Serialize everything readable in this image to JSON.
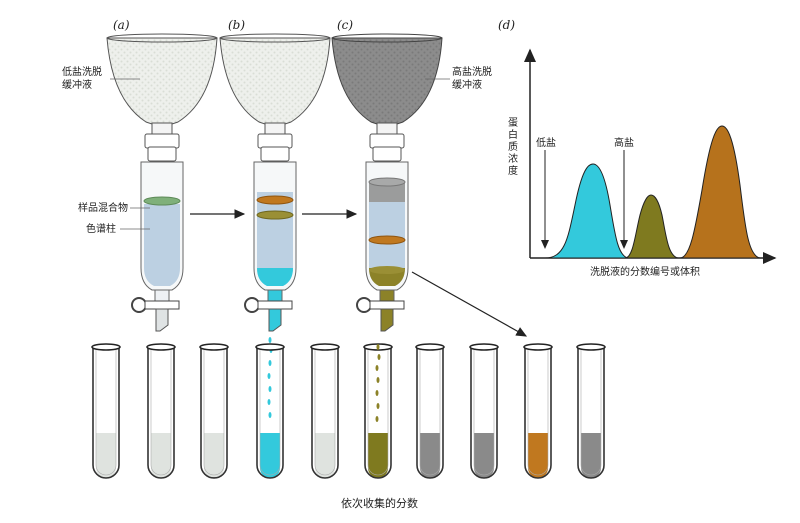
{
  "panels": {
    "a": "(a)",
    "b": "(b)",
    "c": "(c)",
    "d": "(d)"
  },
  "labels": {
    "low_salt_buffer": [
      "低盐洗脱",
      "缓冲液"
    ],
    "high_salt_buffer": [
      "高盐洗脱",
      "缓冲液"
    ],
    "sample_mixture": "样品混合物",
    "column": "色谱柱",
    "fractions": "依次收集的分数"
  },
  "chart_data": {
    "type": "area",
    "ylabel": "蛋白质浓度",
    "xlabel": "洗脱液的分数编号或体积",
    "annotations": [
      "低盐",
      "高盐"
    ],
    "series": [
      {
        "color": "#33c9dc"
      },
      {
        "color": "#7f7a1f"
      },
      {
        "color": "#b6721c"
      }
    ]
  },
  "colors": {
    "cyan": "#33c9dc",
    "olive": "#7f7a1f",
    "orange": "#c0781f",
    "gray": "#8a8a8a",
    "green": "#7fb07a",
    "column_fill": "#bcd0e2",
    "light_liquid": "#dfe3df"
  },
  "tubes": [
    {
      "liquid": "#dfe3df"
    },
    {
      "liquid": "#dfe3df"
    },
    {
      "liquid": "#dfe3df"
    },
    {
      "liquid": "#33c9dc"
    },
    {
      "liquid": "#dfe3df"
    },
    {
      "liquid": "#7f7a1f"
    },
    {
      "liquid": "#8a8a8a"
    },
    {
      "liquid": "#8a8a8a"
    },
    {
      "liquid": "#c0781f"
    },
    {
      "liquid": "#8a8a8a"
    }
  ]
}
